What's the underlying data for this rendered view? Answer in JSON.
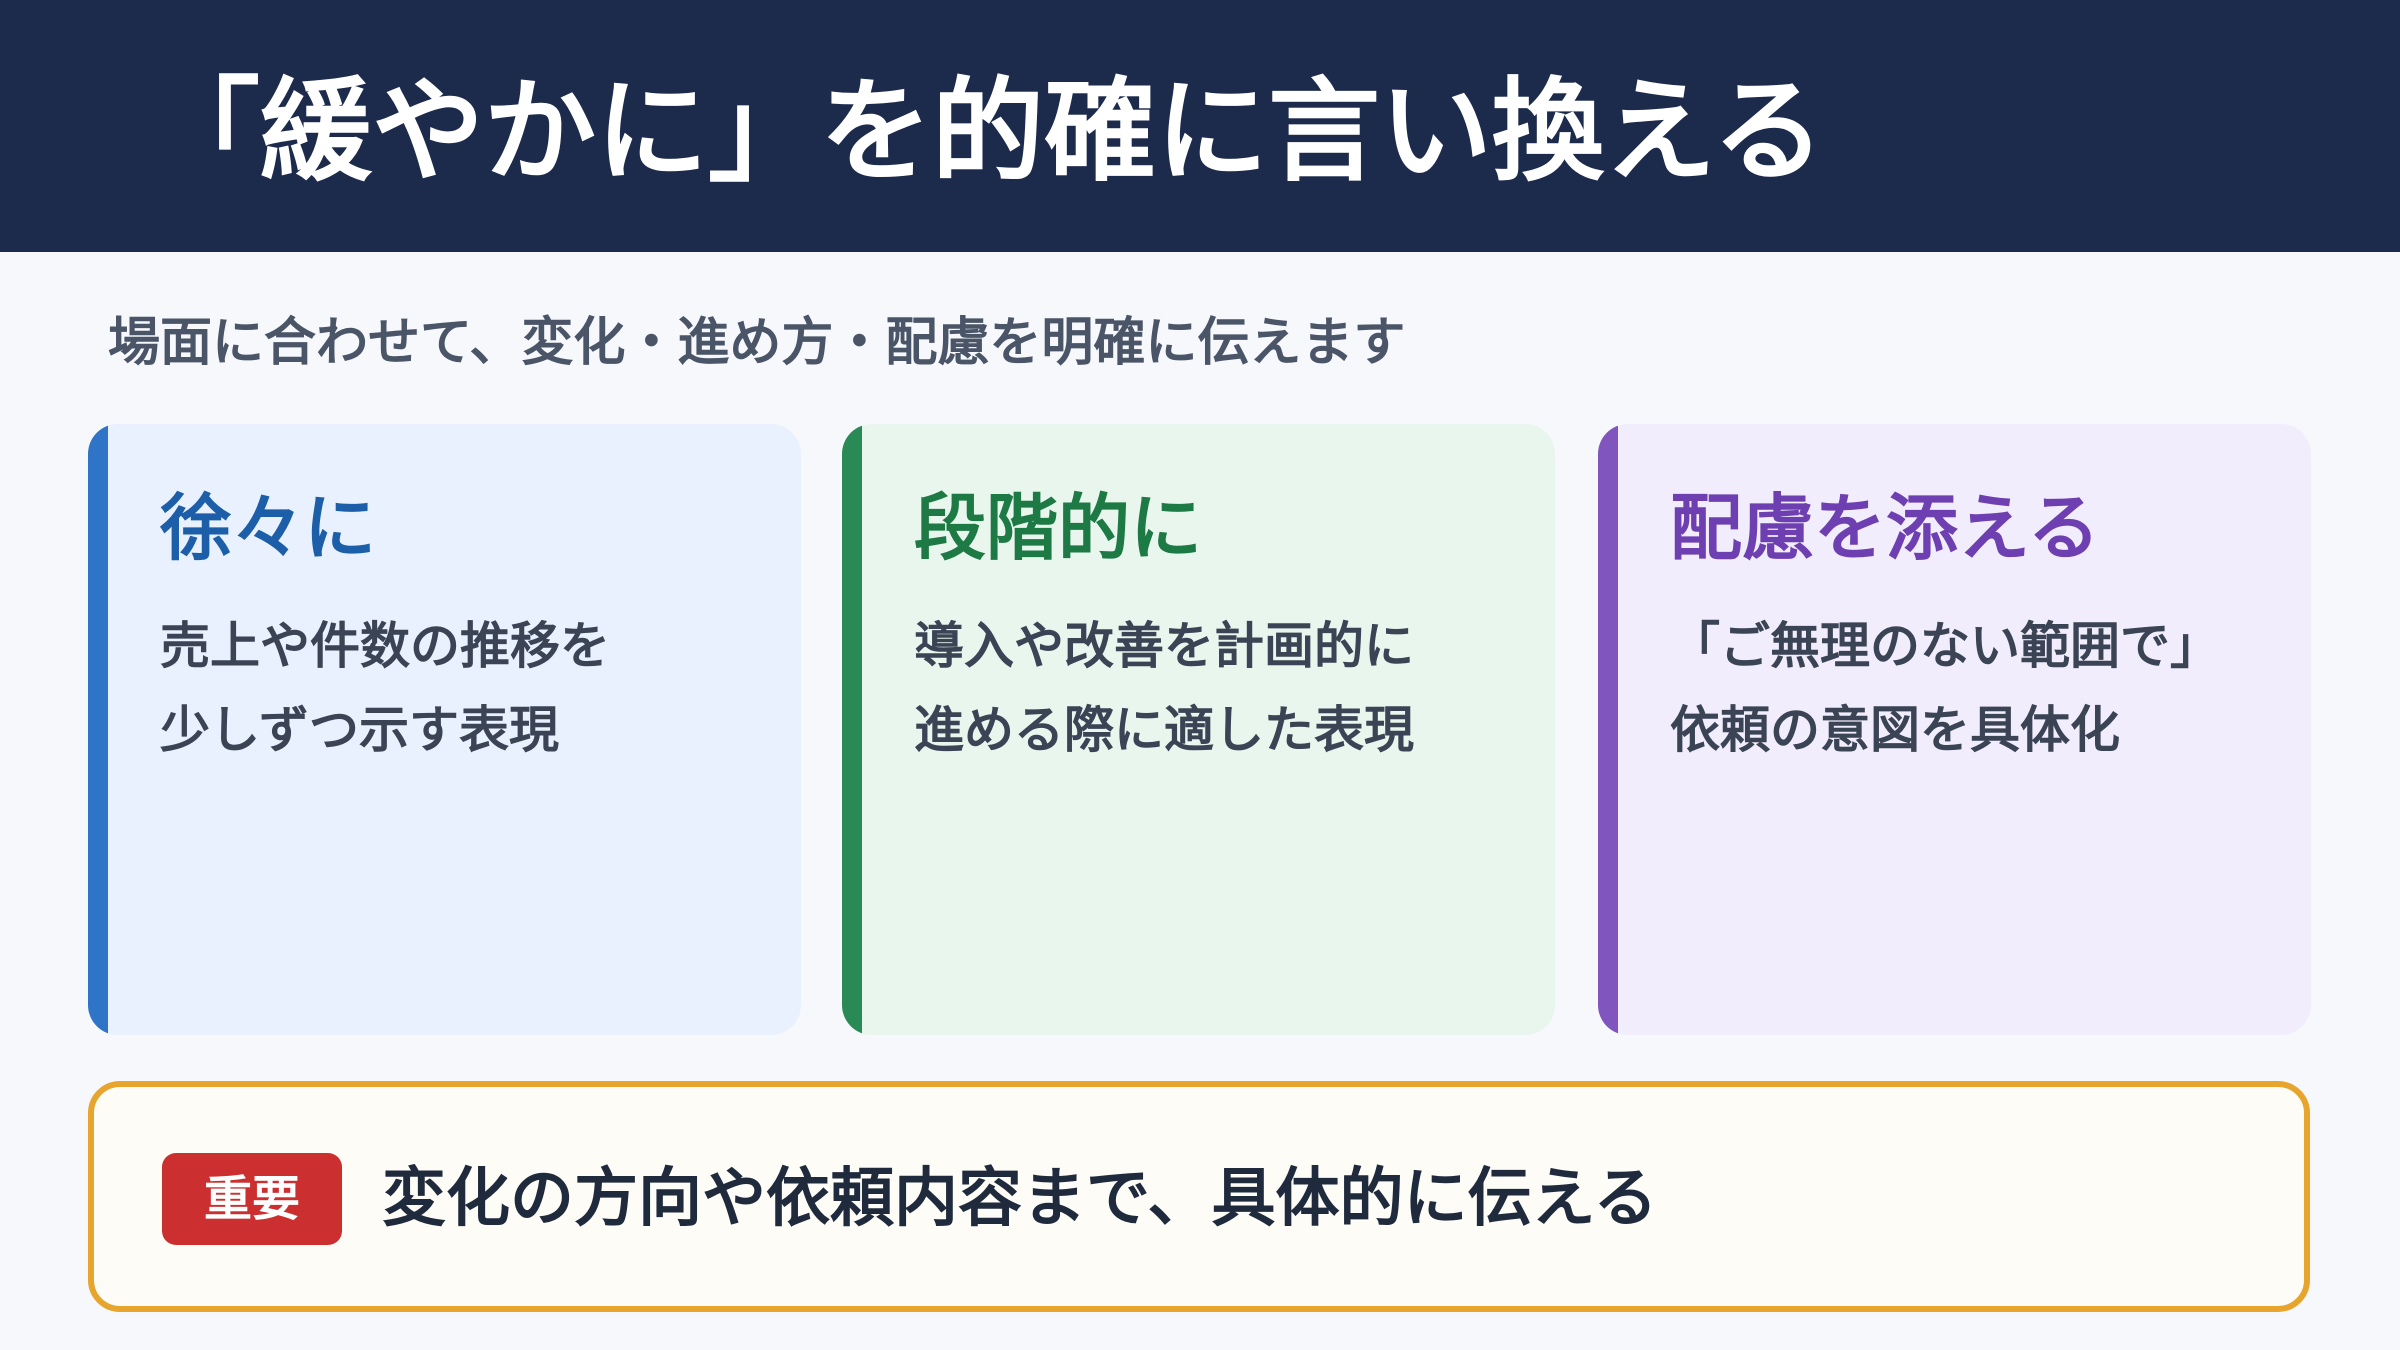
{
  "header": {
    "title": "「緩やかに」を的確に言い換える",
    "background": "#1c2a4b"
  },
  "subtitle": "場面に合わせて、変化・進め方・配慮を明確に伝えます",
  "cards": [
    {
      "title": "徐々に",
      "lines": [
        "売上や件数の推移を",
        "少しずつ示す表現"
      ],
      "accent_color": "#2f74c6"
    },
    {
      "title": "段階的に",
      "lines": [
        "導入や改善を計画的に",
        "進める際に適した表現"
      ],
      "accent_color": "#2a8a56"
    },
    {
      "title": "配慮を添える",
      "lines": [
        "「ご無理のない範囲で」",
        "依頼の意図を具体化"
      ],
      "accent_color": "#8055bd"
    }
  ],
  "callout": {
    "badge": "重要",
    "text": "変化の方向や依頼内容まで、具体的に伝える",
    "border_color": "#e8a52e",
    "badge_color": "#cc2f2f"
  }
}
